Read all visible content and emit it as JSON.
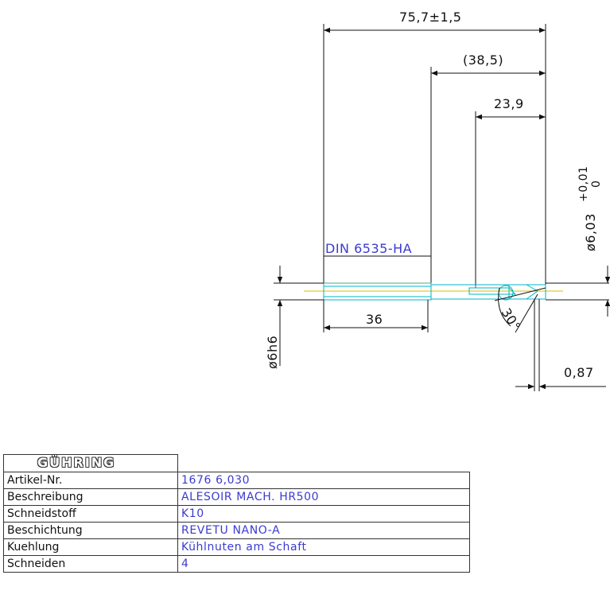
{
  "drawing": {
    "dimensions": {
      "overall_length": "75,7±1,5",
      "ref_length": "(38,5)",
      "flute_length": "23,9",
      "diameter_tol": "ø6,03",
      "diameter_tol_plus": "+0,01",
      "diameter_tol_minus": "0",
      "shank_length": "36",
      "shank_diameter": "ø6h6",
      "chamfer_length": "0,87",
      "angle": "30°"
    },
    "shank_label": "DIN 6535-HA"
  },
  "title_block": {
    "brand": "GÜHRING",
    "rows": [
      {
        "key": "Artikel-Nr.",
        "value": "1676 6,030"
      },
      {
        "key": "Beschreibung",
        "value": "ALESOIR MACH. HR500"
      },
      {
        "key": "Schneidstoff",
        "value": "K10"
      },
      {
        "key": "Beschichtung",
        "value": "REVETU NANO-A"
      },
      {
        "key": "Kuehlung",
        "value": "Kühlnuten am Schaft"
      },
      {
        "key": "Schneiden",
        "value": "4"
      }
    ]
  },
  "colors": {
    "dimension": "#111111",
    "tool_outline": "#00b6c8",
    "centerline": "#d8c200",
    "label_text": "#3b3bd0"
  }
}
